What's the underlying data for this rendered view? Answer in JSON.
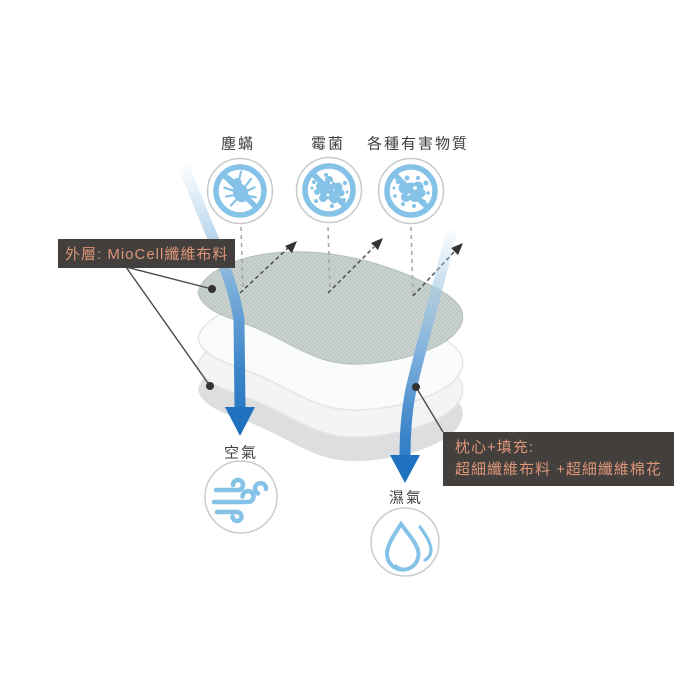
{
  "diagram": {
    "threats": [
      {
        "label": "塵蟎",
        "icon": "no-dust-mite-icon"
      },
      {
        "label": "霉菌",
        "icon": "no-mold-icon"
      },
      {
        "label": "各種有害物質",
        "icon": "no-harmful-substances-icon"
      }
    ],
    "callout_outer": {
      "text": "外層: MioCell纖維布料"
    },
    "callout_core": {
      "line1": "枕心+填充:",
      "line2": "超細纖維布料 +超細纖維棉花"
    },
    "flows": [
      {
        "label": "空氣",
        "icon": "wind-icon"
      },
      {
        "label": "濕氣",
        "icon": "water-drop-icon"
      }
    ],
    "colors": {
      "icon_blue": "#85c2e7",
      "flow_blue": "#1f72c0",
      "top_layer_sage": "#c9d2cf",
      "callout_bg": "#423f3d",
      "callout_text": "#de9578",
      "label_text": "#3f3f3f"
    }
  }
}
